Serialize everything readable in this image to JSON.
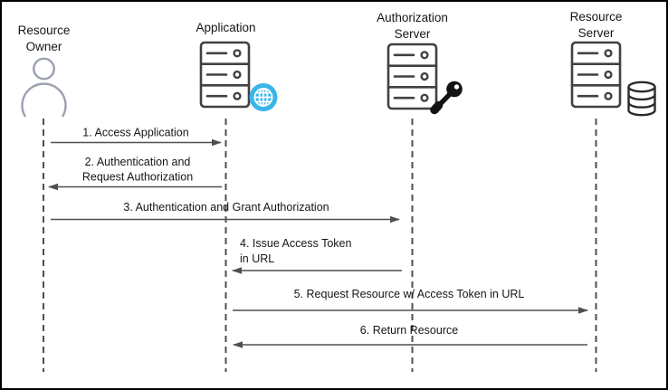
{
  "diagram": {
    "kind": "sequence-diagram",
    "actors": [
      {
        "name": "Resource Owner",
        "line1": "Resource",
        "line2": "Owner",
        "icon": "person-icon"
      },
      {
        "name": "Application",
        "line1": "Application",
        "line2": "",
        "icon": "server-icon",
        "badge": "globe-icon"
      },
      {
        "name": "Authorization Server",
        "line1": "Authorization",
        "line2": "Server",
        "icon": "server-icon",
        "badge": "key-icon"
      },
      {
        "name": "Resource Server",
        "line1": "Resource",
        "line2": "Server",
        "icon": "server-icon",
        "badge": "database-icon"
      }
    ],
    "messages": [
      {
        "num": 1,
        "text": "1. Access Application",
        "from": "Resource Owner",
        "to": "Application",
        "direction": "right"
      },
      {
        "num": 2,
        "line1": "2. Authentication and",
        "line2": "Request Authorization",
        "from": "Application",
        "to": "Resource Owner",
        "direction": "left"
      },
      {
        "num": 3,
        "text": "3. Authentication and Grant Authorization",
        "from": "Resource Owner",
        "to": "Authorization Server",
        "direction": "right"
      },
      {
        "num": 4,
        "line1": "4. Issue Access Token",
        "line2": "in URL",
        "from": "Authorization Server",
        "to": "Application",
        "direction": "left"
      },
      {
        "num": 5,
        "text": "5. Request Resource w/ Access Token in URL",
        "from": "Application",
        "to": "Resource Server",
        "direction": "right"
      },
      {
        "num": 6,
        "text": "6. Return Resource",
        "from": "Resource Server",
        "to": "Application",
        "direction": "left"
      }
    ],
    "colors": {
      "background": "#ffffff",
      "border": "#000000",
      "text": "#161616",
      "arrow": "#4f4f4f",
      "lifeline": "#4f4f4f",
      "server_outline": "#414141",
      "person_outline": "#99a0ae",
      "globe_blue": "#3ab5e8",
      "key_black": "#131313"
    }
  }
}
